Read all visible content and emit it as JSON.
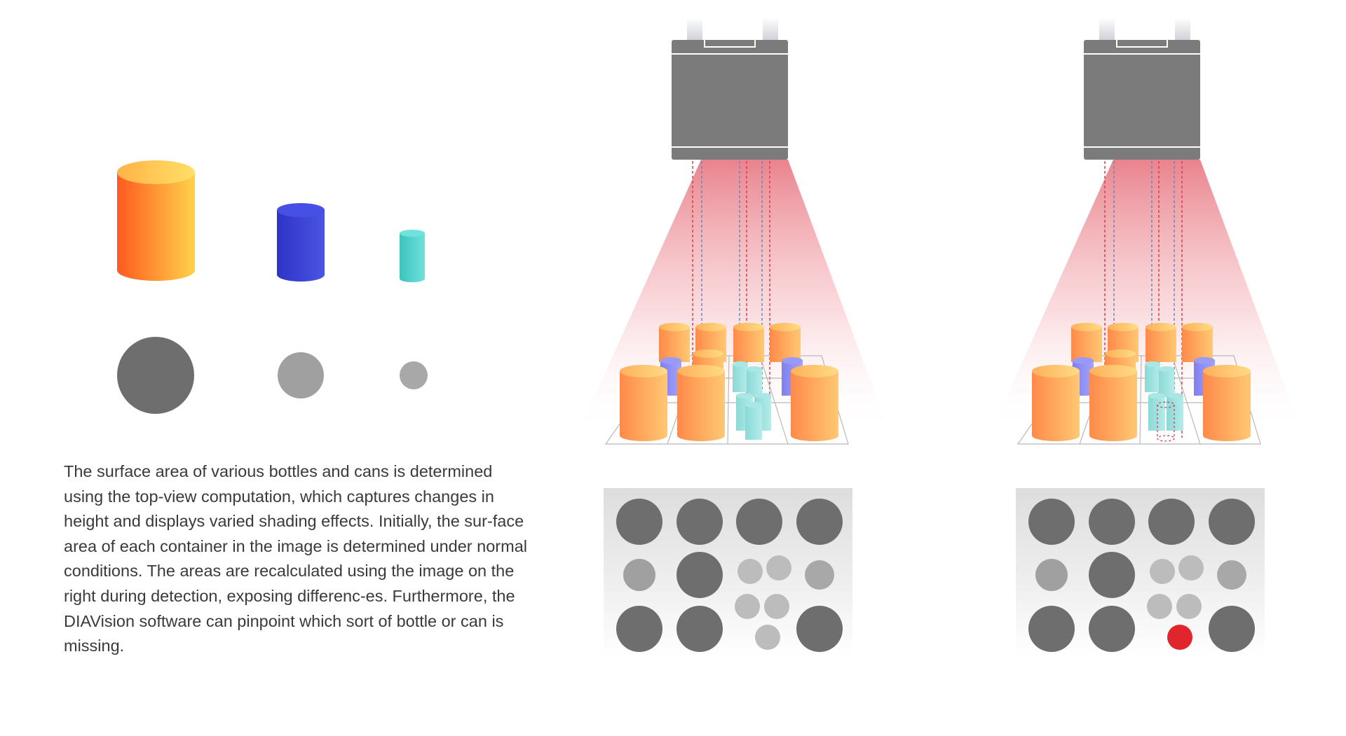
{
  "description": "The surface area of various bottles and cans is determined using the top-view computation, which captures changes in height and displays varied shading effects. Initially, the sur-face area of each container in the image is determined under normal conditions. The areas are recalculated using the image on the right during detection, exposing differenc-es. Furthermore, the DIAVision software can pinpoint which sort of bottle or can is missing.",
  "colors": {
    "large_container": "#ff8a3c",
    "medium_container": "#3a44d4",
    "small_container": "#4fd1cc",
    "camera": "#7a7a7a",
    "beam": "#e8737e",
    "missing_marker": "#e0262c",
    "top_view_background": "#e4e4e4"
  },
  "legend": [
    {
      "type": "large",
      "top_view_shade": "#6e6e6e"
    },
    {
      "type": "medium",
      "top_view_shade": "#a0a0a0"
    },
    {
      "type": "small",
      "top_view_shade": "#a8a8a8"
    }
  ],
  "panels": [
    {
      "state": "normal",
      "missing_item": false
    },
    {
      "state": "detection",
      "missing_item": true
    }
  ]
}
